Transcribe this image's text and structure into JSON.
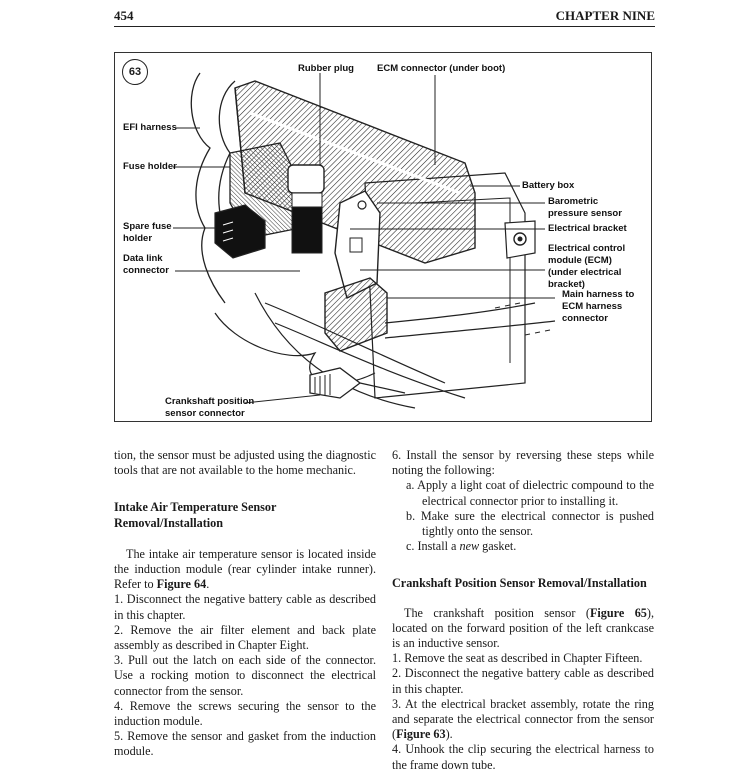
{
  "header": {
    "page_number": "454",
    "chapter": "CHAPTER NINE"
  },
  "figure": {
    "number": "63",
    "callouts": {
      "rubber_plug": "Rubber plug",
      "ecm_connector": "ECM connector (under boot)",
      "efi_harness": "EFI harness",
      "fuse_holder": "Fuse holder",
      "spare_fuse_holder": "Spare fuse\nholder",
      "data_link_connector": "Data link\nconnector",
      "battery_box": "Battery box",
      "barometric_sensor": "Barometric\npressure sensor",
      "electrical_bracket": "Electrical bracket",
      "ecm_module": "Electrical control\nmodule (ECM)\n(under electrical\nbracket)",
      "main_harness": "Main harness to\nECM harness\nconnector",
      "crankshaft_connector": "Crankshaft position\nsensor connector"
    }
  },
  "left_column": {
    "continuation": "tion, the sensor must be adjusted using the diagnostic tools that are not available to the home mechanic.",
    "section_title_line1": "Intake Air Temperature Sensor",
    "section_title_line2": "Removal/Installation",
    "intro_text": "The intake air temperature sensor is located inside the induction module (rear cylinder intake runner). Refer to ",
    "intro_figure_ref": "Figure 64",
    "intro_end": ".",
    "steps": [
      "1. Disconnect the negative battery cable as described in this chapter.",
      "2. Remove the air filter element and back plate assembly as described in Chapter Eight.",
      "3. Pull out the latch on each side of the connector. Use a rocking motion to disconnect the electrical connector from the sensor.",
      "4. Remove the screws securing the sensor to the induction module.",
      "5. Remove the sensor and gasket from the induction module."
    ]
  },
  "right_column": {
    "step6": "6. Install the sensor by reversing these steps while noting the following:",
    "substeps": {
      "a": "a. Apply a light coat of dielectric compound to the electrical connector prior to installing it.",
      "b": "b. Make sure the electrical connector is pushed tightly onto the sensor.",
      "c_prefix": "c. Install a ",
      "c_em": "new",
      "c_suffix": " gasket."
    },
    "section_title": "Crankshaft Position Sensor Removal/Installation",
    "intro_a": "The crankshaft position sensor (",
    "intro_ref": "Figure 65",
    "intro_b": "), located on the forward position of the left crankcase is an inductive sensor.",
    "steps": {
      "s1": "1. Remove the seat as described in Chapter Fifteen.",
      "s2": "2. Disconnect the negative battery cable as described in this chapter.",
      "s3_a": "3. At the electrical bracket assembly, rotate the ring and separate the electrical connector from the sensor (",
      "s3_ref": "Figure 63",
      "s3_b": ").",
      "s4": "4. Unhook the clip securing the electrical harness to the frame down tube."
    }
  }
}
